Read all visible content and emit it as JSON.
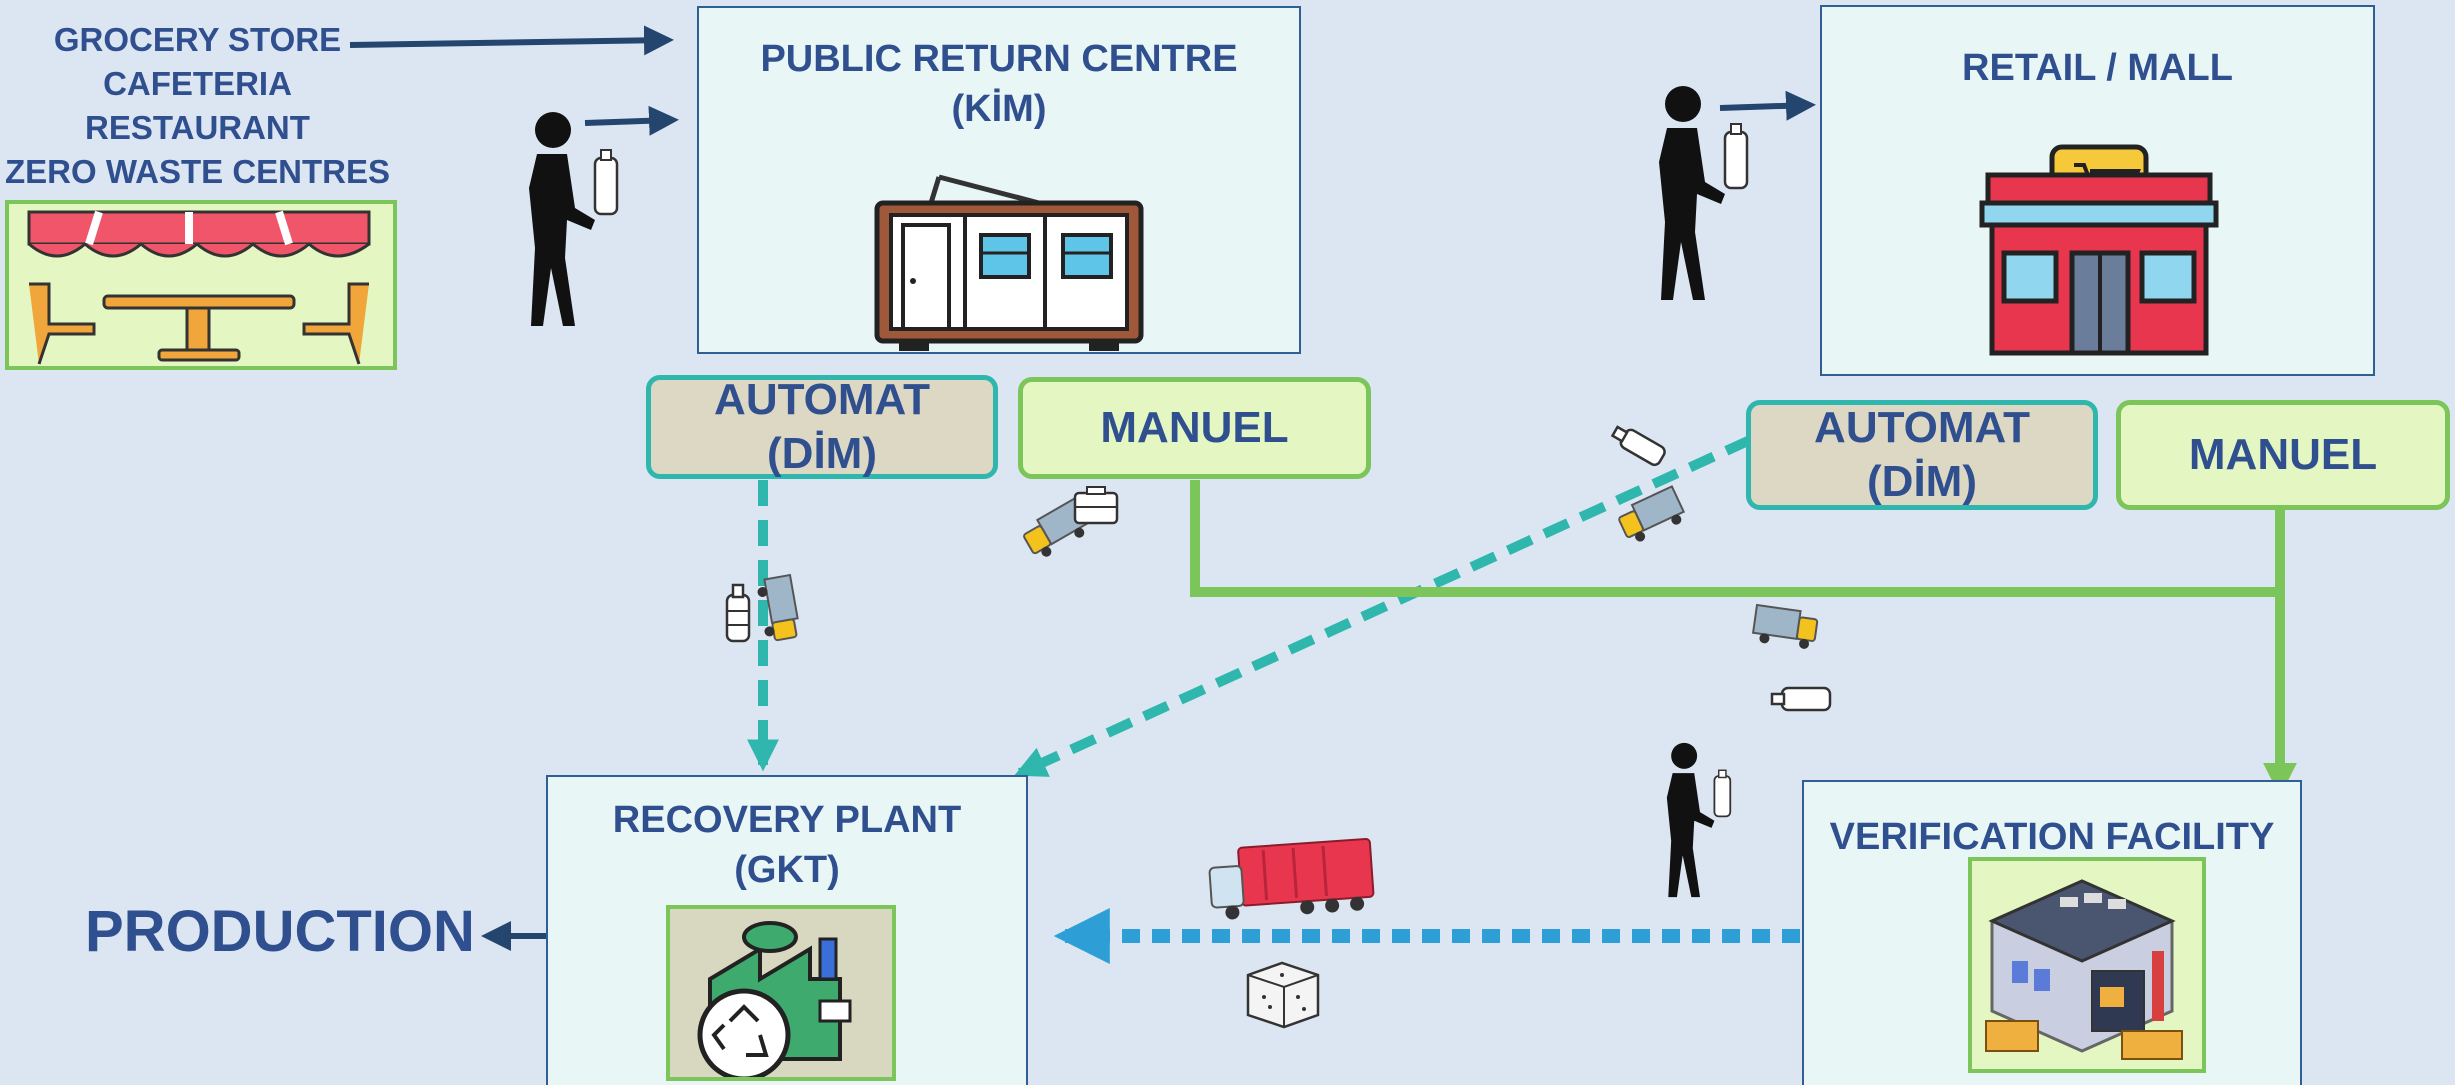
{
  "sources": {
    "lines": [
      "GROCERY STORE",
      "CAFETERIA",
      "RESTAURANT",
      "ZERO WASTE CENTRES"
    ],
    "icon": "restaurant-awning-icon"
  },
  "public_return_centre": {
    "title_line1": "PUBLIC RETURN CENTRE",
    "title_line2": "(KİM)",
    "icon": "container-kiosk-icon"
  },
  "retail_mall": {
    "title": "RETAIL / MALL",
    "icon": "shop-cart-icon"
  },
  "kim_automat": {
    "line1": "AUTOMAT",
    "line2": "(DİM)"
  },
  "kim_manuel": {
    "label": "MANUEL"
  },
  "retail_automat": {
    "line1": "AUTOMAT",
    "line2": "(DİM)"
  },
  "retail_manuel": {
    "label": "MANUEL"
  },
  "recovery_plant": {
    "title_line1": "RECOVERY PLANT",
    "title_line2": "(GKT)",
    "icon": "recycling-factory-icon"
  },
  "verification_facility": {
    "title": "VERIFICATION FACILITY",
    "icon": "warehouse-icon"
  },
  "production": {
    "label": "PRODUCTION"
  },
  "colors": {
    "background": "#dce6f2",
    "title_text": "#2f4f8f",
    "automat_flow": "#2fb7ad",
    "manuel_flow": "#7cc55a",
    "verified_flow": "#2e9fd6",
    "arrow_dark": "#24466e"
  }
}
